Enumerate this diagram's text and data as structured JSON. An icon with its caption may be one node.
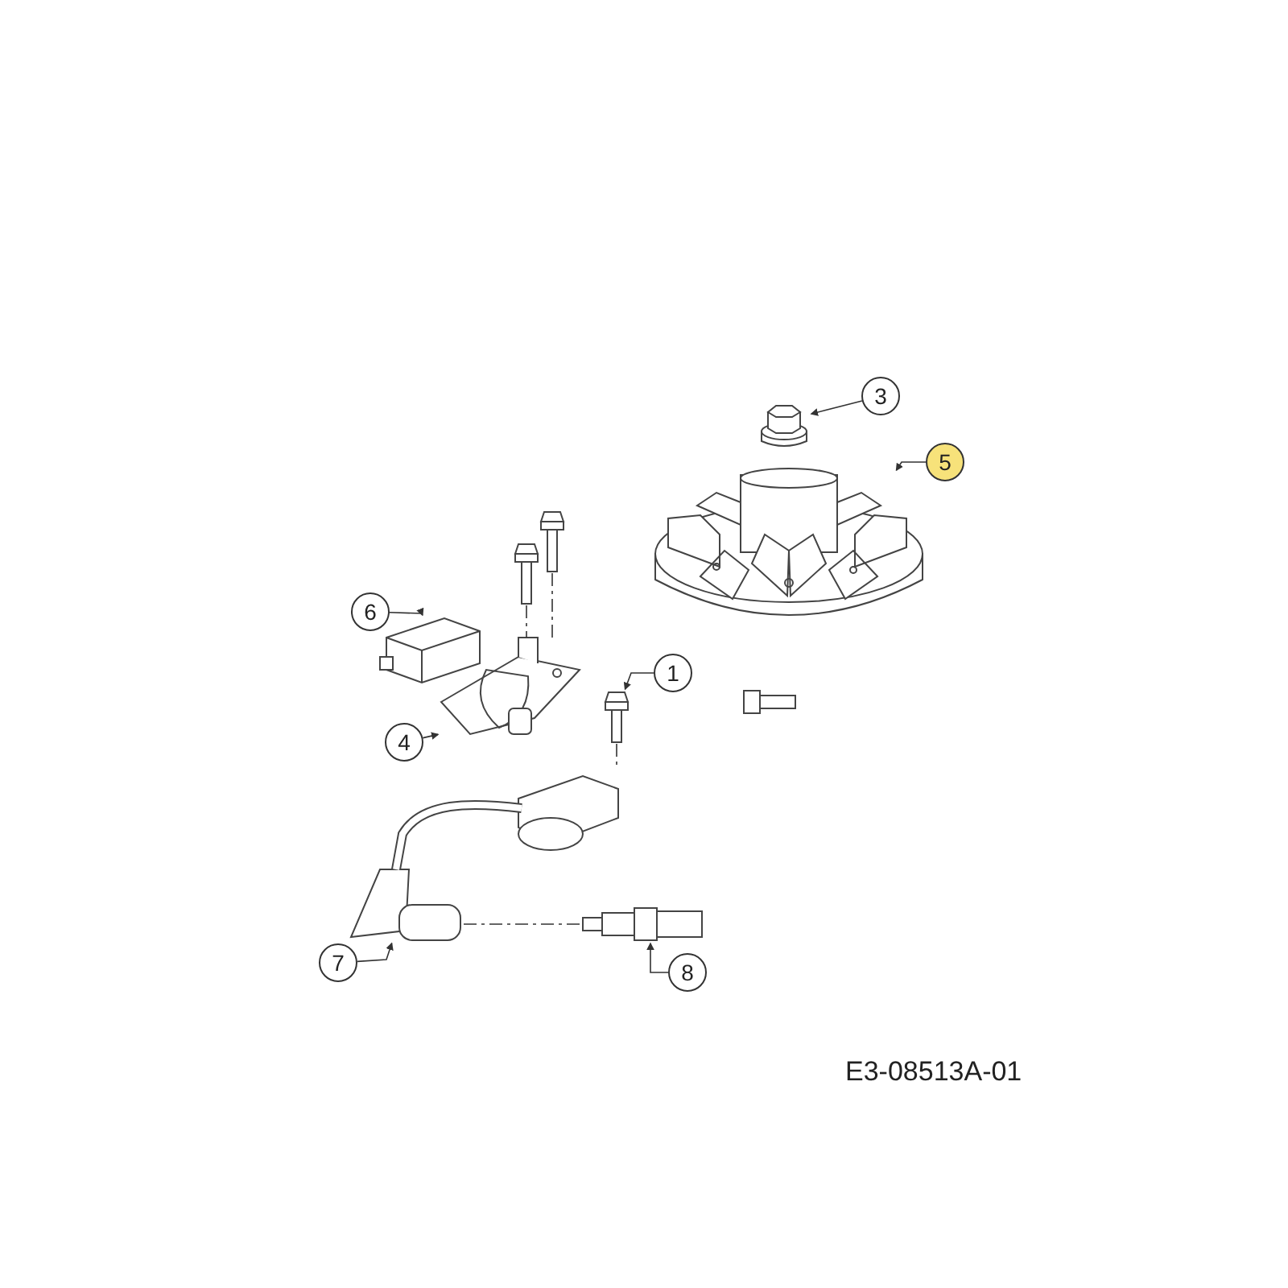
{
  "diagram": {
    "nodes": [
      {
        "text": [
          "3"
        ]
      },
      {
        "text": [
          "5"
        ]
      },
      {
        "text": [
          "6"
        ]
      },
      {
        "text": [
          "1"
        ]
      },
      {
        "text": [
          "4"
        ]
      },
      {
        "text": [
          "7"
        ]
      },
      {
        "text": [
          "8"
        ]
      },
      {
        "text": [],
        "shape": "picture"
      },
      {
        "text": [],
        "shape": "picture"
      },
      {
        "text": [],
        "shape": "picture"
      },
      {
        "text": [],
        "shape": "picture"
      },
      {
        "text": [],
        "shape": "picture"
      },
      {
        "text": [],
        "shape": "picture"
      },
      {
        "text": [],
        "shape": "picture"
      },
      {
        "text": [],
        "shape": "picture"
      },
      {
        "text": [],
        "shape": "picture"
      },
      {
        "text": [],
        "shape": "picture"
      }
    ],
    "edges": [
      {
        "from": 0,
        "to": 7,
        "arrow": "to"
      },
      {
        "from": 1,
        "to": 8,
        "arrow": "to"
      },
      {
        "from": 2,
        "to": 9,
        "arrow": "to"
      },
      {
        "from": 3,
        "to": 10,
        "arrow": "to"
      },
      {
        "from": 4,
        "to": 11,
        "arrow": "to"
      },
      {
        "from": 5,
        "to": 12,
        "arrow": "to"
      },
      {
        "from": 6,
        "to": 13,
        "arrow": "to"
      },
      {
        "from": 14,
        "to": 11,
        "arrow": "none",
        "style": "dashed"
      },
      {
        "from": 15,
        "to": 11,
        "arrow": "none",
        "style": "dashed"
      },
      {
        "from": 10,
        "to": 16,
        "arrow": "none",
        "style": "dashed"
      },
      {
        "from": 12,
        "to": 13,
        "arrow": "none",
        "style": "dashed"
      }
    ],
    "labels": [
      "E3-08513A-01"
    ]
  }
}
